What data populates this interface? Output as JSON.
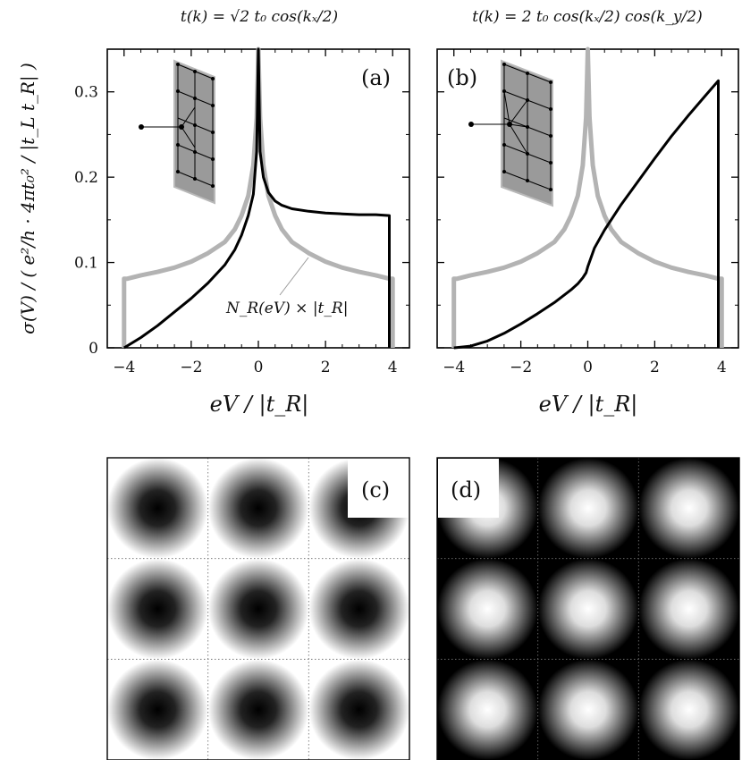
{
  "chart_data": [
    {
      "type": "line",
      "panel_label": "(a)",
      "title": "t(k) = √2 t₀ cos(kₓ/2)",
      "xlabel": "eV / |t_R|",
      "ylabel": "σ(V) / ( e²/h · 4πt₀² / |t_L t_R| )",
      "xlim": [
        -4.5,
        4.5
      ],
      "ylim": [
        0,
        0.35
      ],
      "x_ticks": [
        "−4",
        "−2",
        "0",
        "2",
        "4"
      ],
      "y_ticks": [
        "0",
        "0.1",
        "0.2",
        "0.3"
      ],
      "grid": false,
      "annotation": "N_R(eV) × |t_R|",
      "series": [
        {
          "name": "N_R(eV) × |t_R|",
          "color": "#b3b3b3",
          "x": [
            -4,
            -4,
            -3.9,
            -3.5,
            -3,
            -2.5,
            -2,
            -1.5,
            -1,
            -0.7,
            -0.5,
            -0.3,
            -0.15,
            -0.05,
            0,
            0.05,
            0.15,
            0.3,
            0.5,
            0.7,
            1,
            1.5,
            2,
            2.5,
            3,
            3.5,
            3.9,
            4,
            4
          ],
          "y": [
            0,
            0.081,
            0.081,
            0.085,
            0.089,
            0.094,
            0.101,
            0.111,
            0.124,
            0.139,
            0.155,
            0.178,
            0.214,
            0.27,
            0.35,
            0.27,
            0.214,
            0.178,
            0.155,
            0.139,
            0.124,
            0.111,
            0.101,
            0.094,
            0.089,
            0.085,
            0.081,
            0.081,
            0
          ]
        },
        {
          "name": "",
          "color": "#000000",
          "x": [
            -4,
            -3.5,
            -3,
            -2.5,
            -2,
            -1.5,
            -1,
            -0.7,
            -0.5,
            -0.3,
            -0.15,
            -0.05,
            0,
            0.05,
            0.15,
            0.3,
            0.5,
            0.7,
            1,
            1.5,
            2,
            2.5,
            3,
            3.5,
            3.9,
            3.9
          ],
          "y": [
            0,
            0.012,
            0.026,
            0.042,
            0.058,
            0.076,
            0.097,
            0.115,
            0.132,
            0.155,
            0.18,
            0.23,
            0.35,
            0.23,
            0.2,
            0.182,
            0.172,
            0.167,
            0.163,
            0.16,
            0.158,
            0.157,
            0.156,
            0.156,
            0.155,
            0
          ]
        }
      ]
    },
    {
      "type": "line",
      "panel_label": "(b)",
      "title": "t(k) = 2 t₀ cos(kₓ/2) cos(k_y/2)",
      "xlabel": "eV / |t_R|",
      "xlim": [
        -4.5,
        4.5
      ],
      "ylim": [
        0,
        0.35
      ],
      "x_ticks": [
        "−4",
        "−2",
        "0",
        "2",
        "4"
      ],
      "grid": false,
      "series": [
        {
          "name": "",
          "color": "#b3b3b3",
          "x": [
            -4,
            -4,
            -3.9,
            -3.5,
            -3,
            -2.5,
            -2,
            -1.5,
            -1,
            -0.7,
            -0.5,
            -0.3,
            -0.15,
            -0.05,
            0,
            0.05,
            0.15,
            0.3,
            0.5,
            0.7,
            1,
            1.5,
            2,
            2.5,
            3,
            3.5,
            3.9,
            4,
            4
          ],
          "y": [
            0,
            0.081,
            0.081,
            0.085,
            0.089,
            0.094,
            0.101,
            0.111,
            0.124,
            0.139,
            0.155,
            0.178,
            0.214,
            0.27,
            0.35,
            0.27,
            0.214,
            0.178,
            0.155,
            0.139,
            0.124,
            0.111,
            0.101,
            0.094,
            0.089,
            0.085,
            0.081,
            0.081,
            0
          ]
        },
        {
          "name": "",
          "color": "#000000",
          "x": [
            -4,
            -3.5,
            -3,
            -2.5,
            -2,
            -1.5,
            -1,
            -0.5,
            -0.3,
            -0.15,
            -0.05,
            0,
            0.2,
            0.5,
            1,
            1.5,
            2,
            2.5,
            3,
            3.5,
            3.9,
            3.9
          ],
          "y": [
            0,
            0.002,
            0.008,
            0.017,
            0.028,
            0.04,
            0.053,
            0.068,
            0.075,
            0.082,
            0.088,
            0.095,
            0.117,
            0.138,
            0.168,
            0.195,
            0.222,
            0.248,
            0.272,
            0.295,
            0.313,
            0
          ]
        }
      ]
    },
    {
      "type": "heatmap",
      "panel_label": "(c)",
      "colormap": "grayscale",
      "pattern": "square lattice of dark spots, 3 × 3 periods"
    },
    {
      "type": "heatmap",
      "panel_label": "(d)",
      "colormap": "grayscale",
      "pattern": "square lattice of bright spots, 3 × 3 periods"
    }
  ]
}
